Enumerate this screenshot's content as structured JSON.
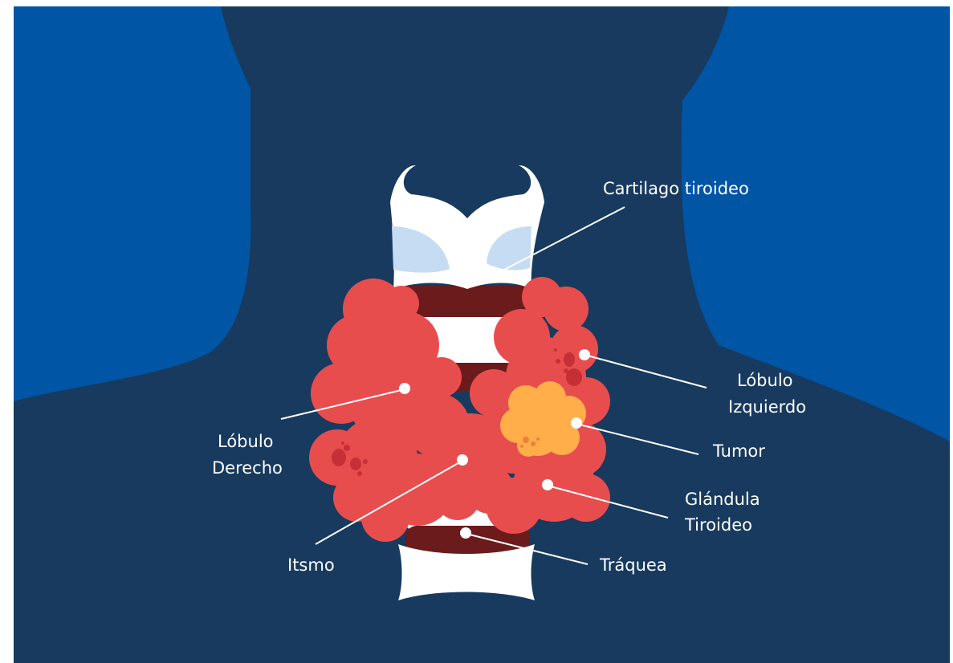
{
  "labels": {
    "cartilago": "Cartilago tiroideo",
    "lobulo_izq_1": "Lóbulo",
    "lobulo_izq_2": "Izquierdo",
    "tumor": "Tumor",
    "glandula_1": "Glándula",
    "glandula_2": "Tiroideo",
    "traquea": "Tráquea",
    "itsmo": "Itsmo",
    "lobulo_der_1": "Lóbulo",
    "lobulo_der_2": "Derecho"
  },
  "colors": {
    "background_blue": "#0055a4",
    "silhouette": "#173a5e",
    "thyroid": "#e84d4d",
    "thyroid_spot": "#c62f36",
    "tumor": "#ffae4a",
    "tumor_spot": "#f07f3a",
    "cartilage": "#ffffff",
    "cartilage_shade": "#c5dcf3",
    "trachea_dark": "#6b1b1b",
    "label_text": "#ffffff"
  }
}
